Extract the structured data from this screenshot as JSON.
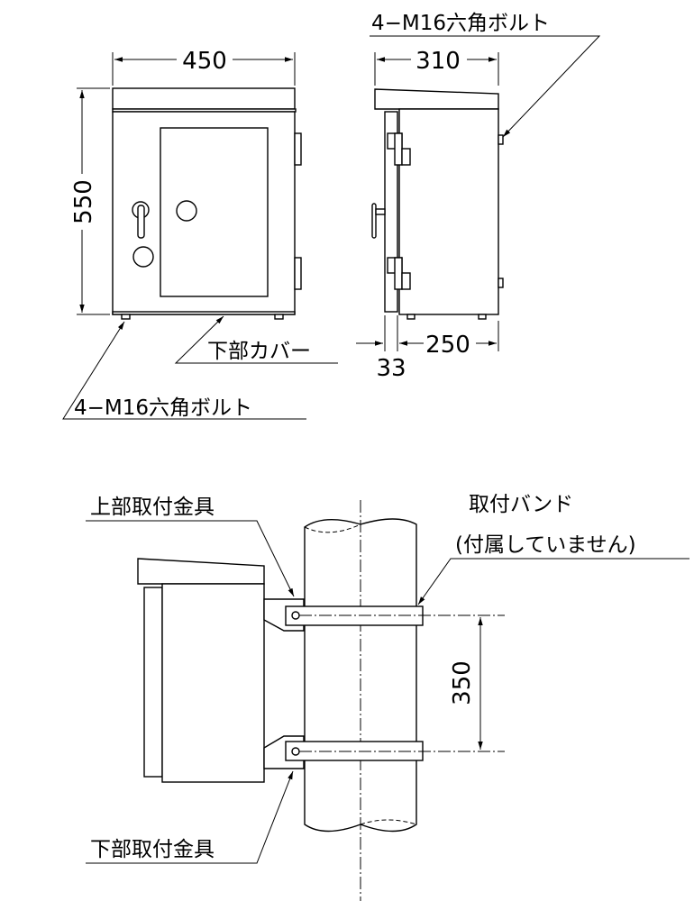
{
  "front_view": {
    "width_dim": "450",
    "height_dim": "550",
    "bottom_cover_label": "下部カバー",
    "bolt_label": "4−M16六角ボルト"
  },
  "side_view": {
    "depth_dim": "310",
    "body_depth_dim": "250",
    "door_dim": "33",
    "bolt_label": "4−M16六角ボルト"
  },
  "mount_view": {
    "upper_bracket_label": "上部取付金具",
    "lower_bracket_label": "下部取付金具",
    "band_label": "取付バンド",
    "band_note": "(付属していません)",
    "spacing_dim": "350"
  }
}
